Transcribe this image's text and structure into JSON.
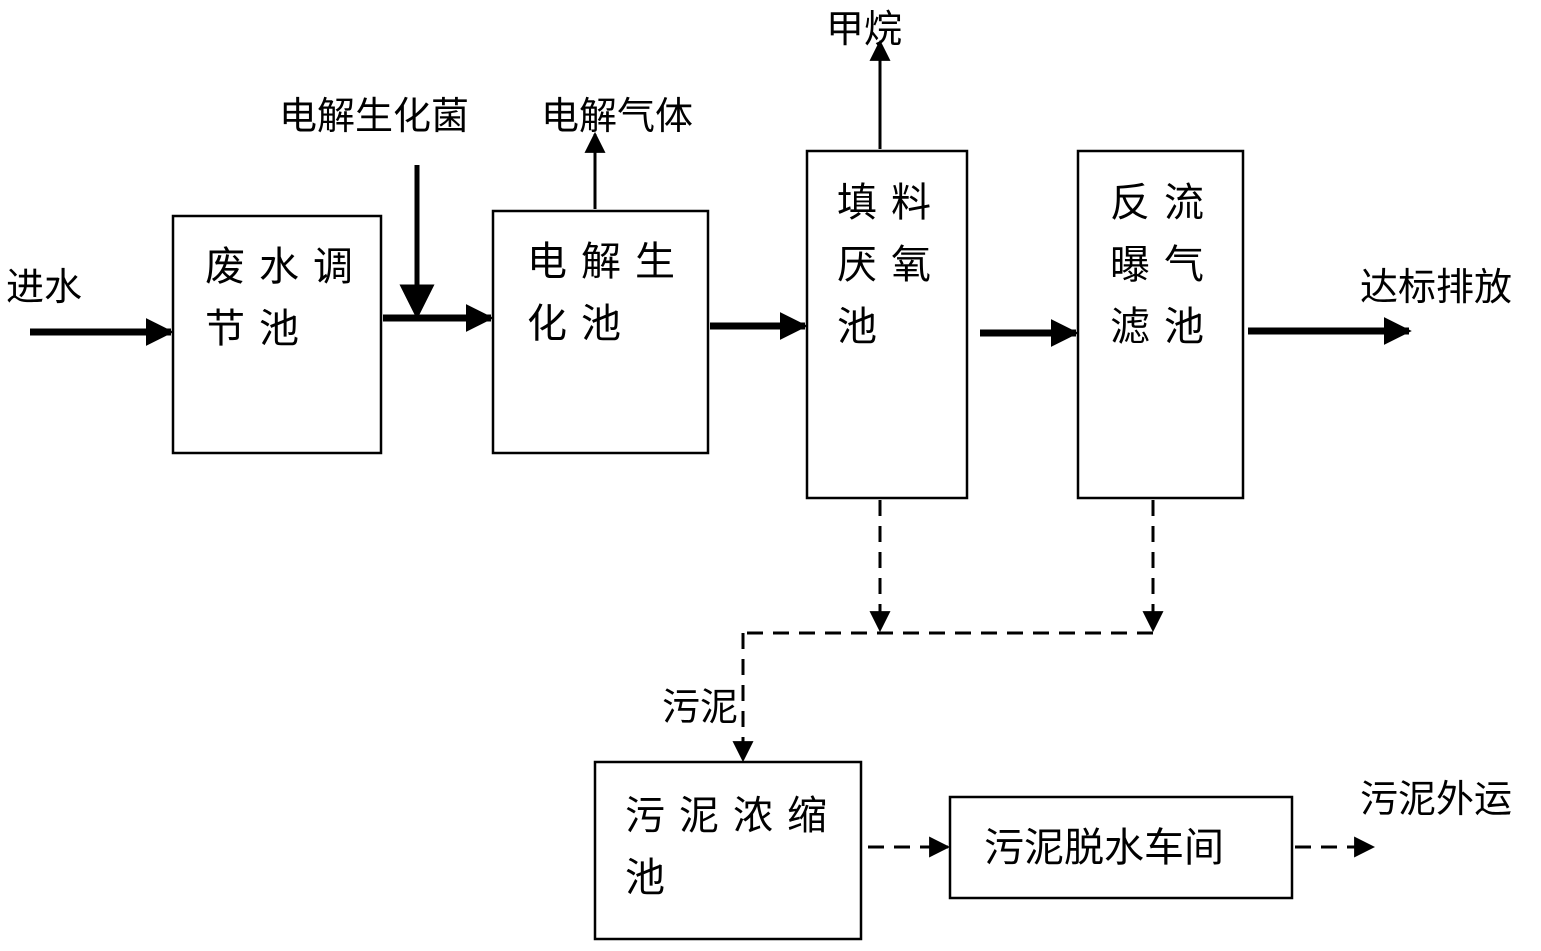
{
  "labels": {
    "inflow": "进水",
    "electro_bacteria": "电解生化菌",
    "electro_gas": "电解气体",
    "methane": "甲烷",
    "discharge": "达标排放",
    "sludge": "污泥",
    "sludge_export": "污泥外运"
  },
  "boxes": {
    "equalization": {
      "line1": "废水调",
      "line2": "节池"
    },
    "electrolysis": {
      "line1": "电解生",
      "line2": "化池"
    },
    "anaerobic": {
      "line1": "填料",
      "line2": "厌氧",
      "line3": "池"
    },
    "aeration": {
      "line1": "反流",
      "line2": "曝气",
      "line3": "滤池"
    },
    "thickener": {
      "line1": "污泥浓缩",
      "line2": "池"
    },
    "dewatering": {
      "line1": "污泥脱水车间"
    }
  }
}
